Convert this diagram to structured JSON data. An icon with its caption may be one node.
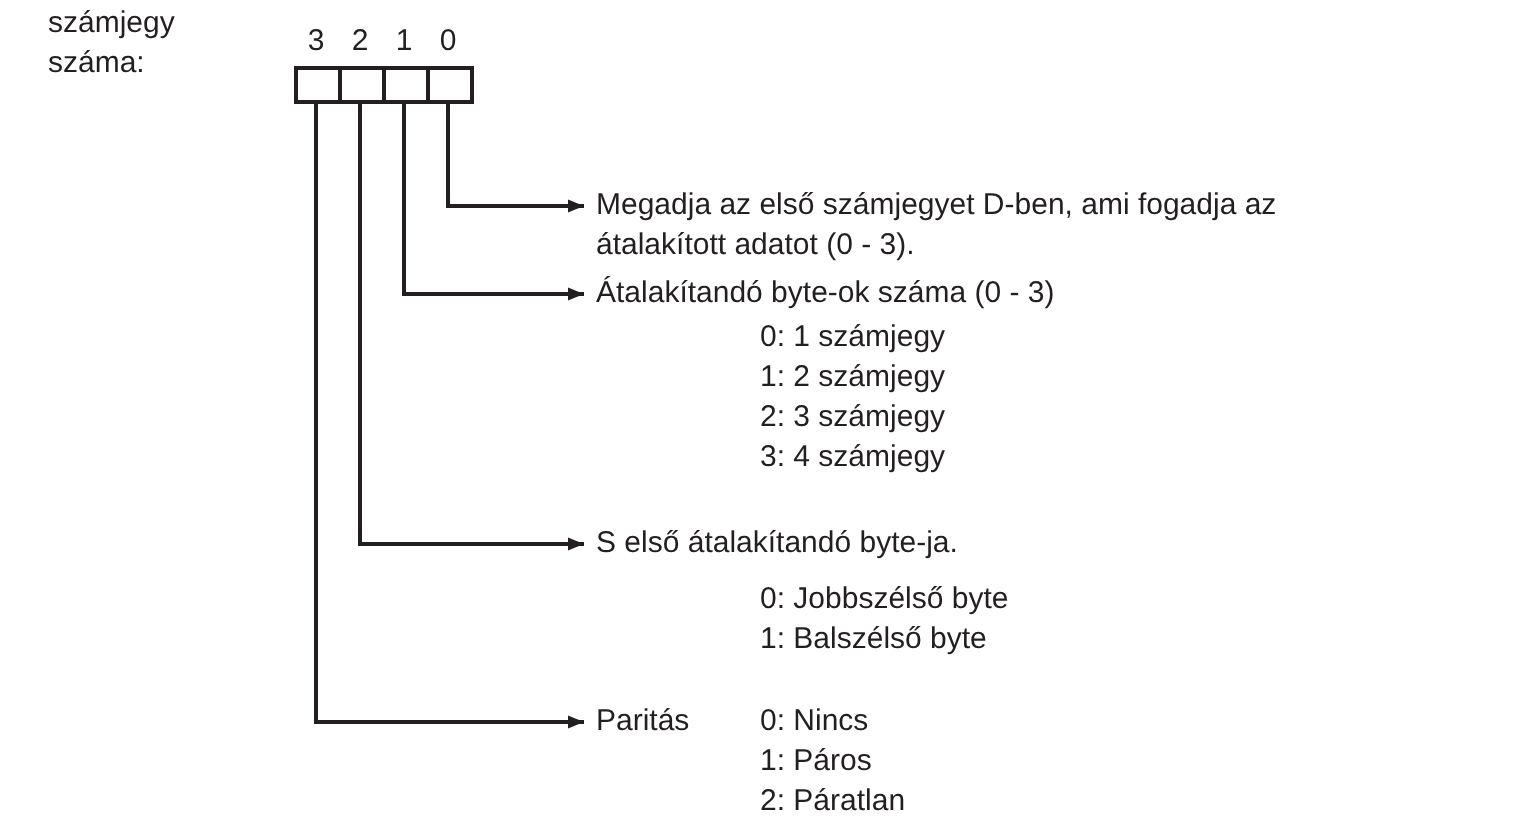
{
  "diagram": {
    "nodes": [
      {
        "text": [],
        "shape": "box",
        "beside": [
          "3"
        ]
      },
      {
        "text": [],
        "shape": "box",
        "beside": [
          "2"
        ]
      },
      {
        "text": [],
        "shape": "box",
        "beside": [
          "1"
        ]
      },
      {
        "text": [],
        "shape": "box",
        "beside": [
          "0"
        ]
      },
      {
        "text": [
          "Megadja az első számjegyet D-ben, ami fogadja az átalakított adatot (0 - 3)."
        ]
      },
      {
        "text": [
          "Átalakítandó byte-ok száma (0 - 3)"
        ]
      },
      {
        "text": [
          "S első átalakítandó byte-ja."
        ]
      },
      {
        "text": [
          "Paritás"
        ]
      }
    ],
    "edges": [
      {
        "from": 3,
        "to": 4,
        "arrow": "to"
      },
      {
        "from": 2,
        "to": 5,
        "arrow": "to"
      },
      {
        "from": 1,
        "to": 6,
        "arrow": "to"
      },
      {
        "from": 0,
        "to": 7,
        "arrow": "to"
      }
    ],
    "labels": [
      "számjegy száma:",
      "0: 1 számjegy",
      "1: 2 számjegy",
      "2: 3 számjegy",
      "3: 4 számjegy",
      "0: Jobbszélső byte",
      "1: Balszélső byte",
      "0: Nincs",
      "1: Páros",
      "2: Páratlan"
    ]
  }
}
